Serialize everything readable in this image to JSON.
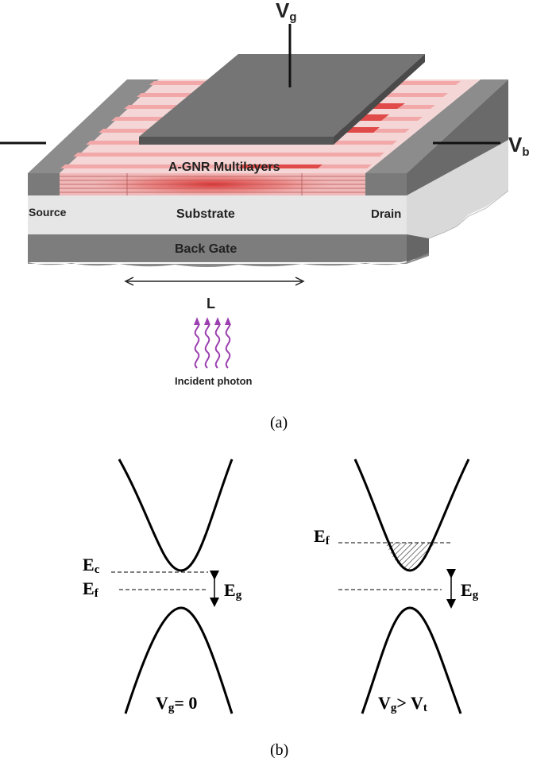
{
  "device": {
    "gate_voltage_main": "V",
    "gate_voltage_sub": "g",
    "bias_voltage_main": "V",
    "bias_voltage_sub": "b",
    "channel_label": "A-GNR Multilayers",
    "source_label": "Source",
    "substrate_label": "Substrate",
    "drain_label": "Drain",
    "back_gate_label": "Back Gate",
    "length_label": "L",
    "photon_label": "Incident photon",
    "caption": "(a)"
  },
  "band_diagram": {
    "left": {
      "ec_main": "E",
      "ec_sub": "c",
      "ef_main": "E",
      "ef_sub": "f",
      "eg_main": "E",
      "eg_sub": "g",
      "condition_main": "V",
      "condition_sub": "g",
      "condition_rest": "= 0"
    },
    "right": {
      "ef_main": "E",
      "ef_sub": "f",
      "eg_main": "E",
      "eg_sub": "g",
      "condition_main": "V",
      "condition_sub": "g",
      "condition_mid": "> V",
      "condition_sub2": "t"
    },
    "caption": "(b)"
  },
  "colors": {
    "electrode": "#7a7a7a",
    "electrode_dark": "#5e5e5e",
    "substrate": "#e6e6e6",
    "back_gate": "#7d7d7d",
    "stripe_light": "#f5b3b3",
    "stripe_dark": "#e2504e",
    "photon": "#9b3fb0"
  }
}
